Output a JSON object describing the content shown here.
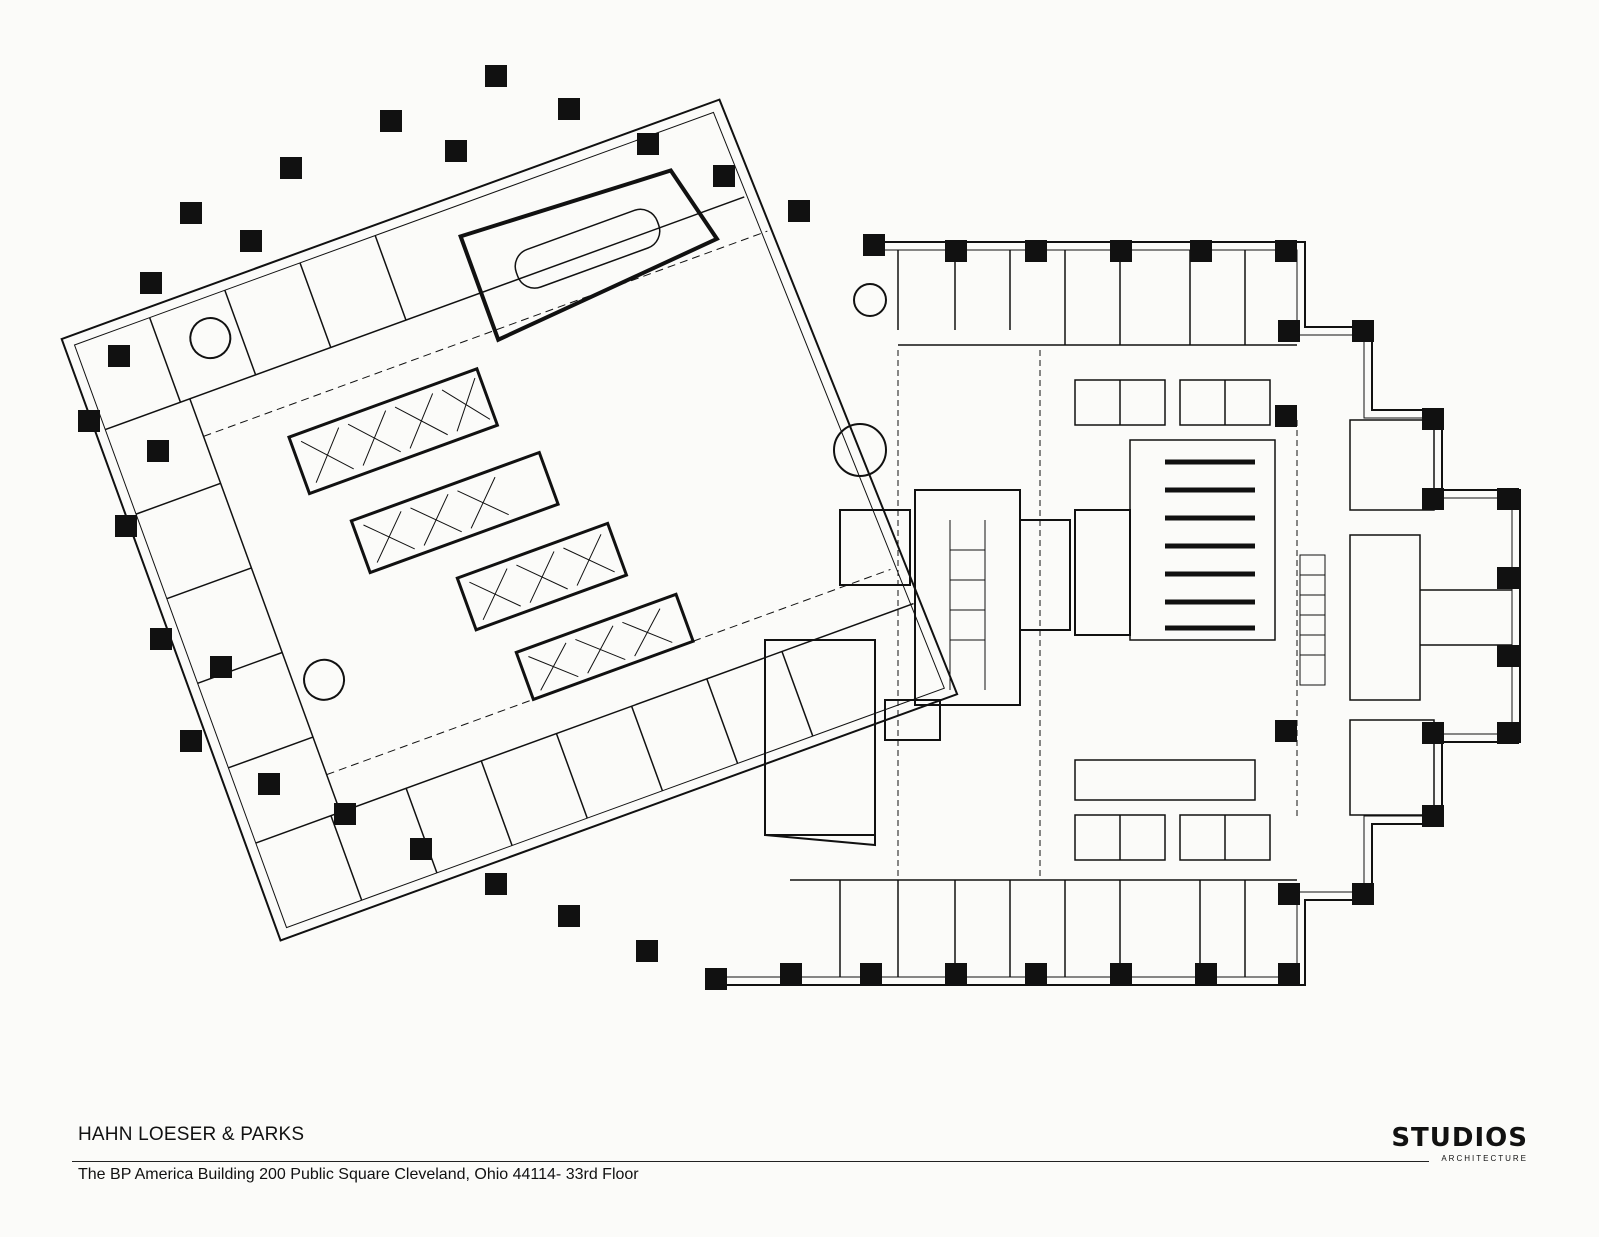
{
  "client": "HAHN LOESER & PARKS",
  "address": "The BP America Building 200 Public Square Cleveland, Ohio  44114- 33rd Floor",
  "logo": {
    "word": "STUDIOS",
    "sub": "ARCHITECTURE"
  },
  "colors": {
    "paper": "#fbfbf9",
    "ink": "#111111"
  }
}
